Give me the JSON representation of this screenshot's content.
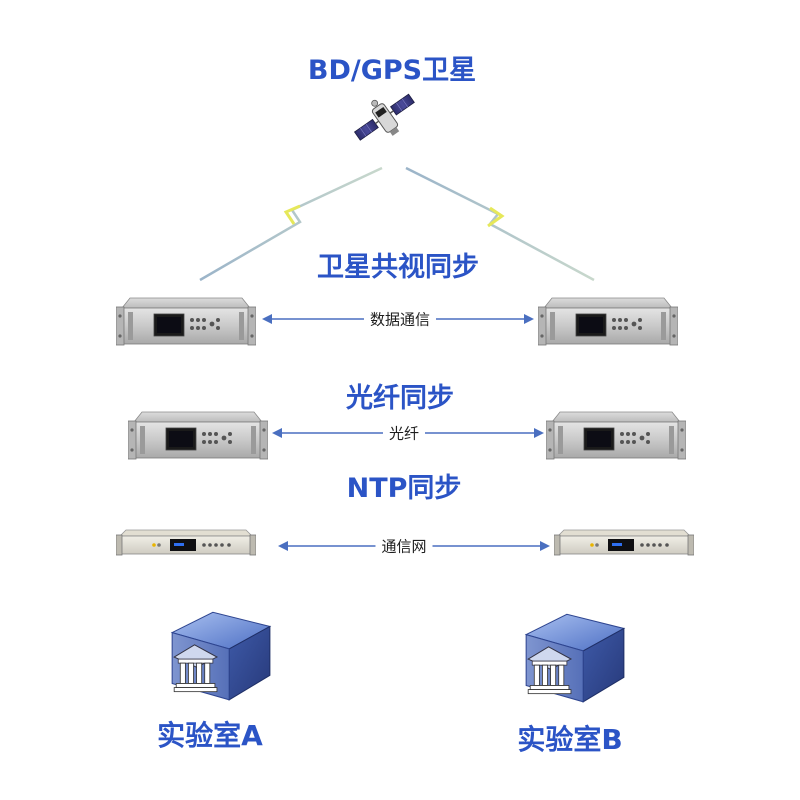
{
  "satellite": {
    "title": "BD/GPS卫星",
    "icon": "satellite-icon"
  },
  "sections": [
    {
      "id": "common-view",
      "title": "卫星共视同步",
      "link_label": "数据通信",
      "device_icon": "rack-server-2u-icon"
    },
    {
      "id": "fiber",
      "title": "光纤同步",
      "link_label": "光纤",
      "device_icon": "rack-server-2u-icon"
    },
    {
      "id": "ntp",
      "title": "NTP同步",
      "link_label": "通信网",
      "device_icon": "rack-server-1u-icon"
    }
  ],
  "labs": [
    {
      "id": "lab-a",
      "label": "实验室A",
      "icon": "laboratory-building-icon"
    },
    {
      "id": "lab-b",
      "label": "实验室B",
      "icon": "laboratory-building-icon"
    }
  ],
  "colors": {
    "title": "#2b54c6",
    "arrow": "#4a6fc0",
    "lightning": "#e6e85a",
    "building_roof": "#5a7fd4"
  }
}
